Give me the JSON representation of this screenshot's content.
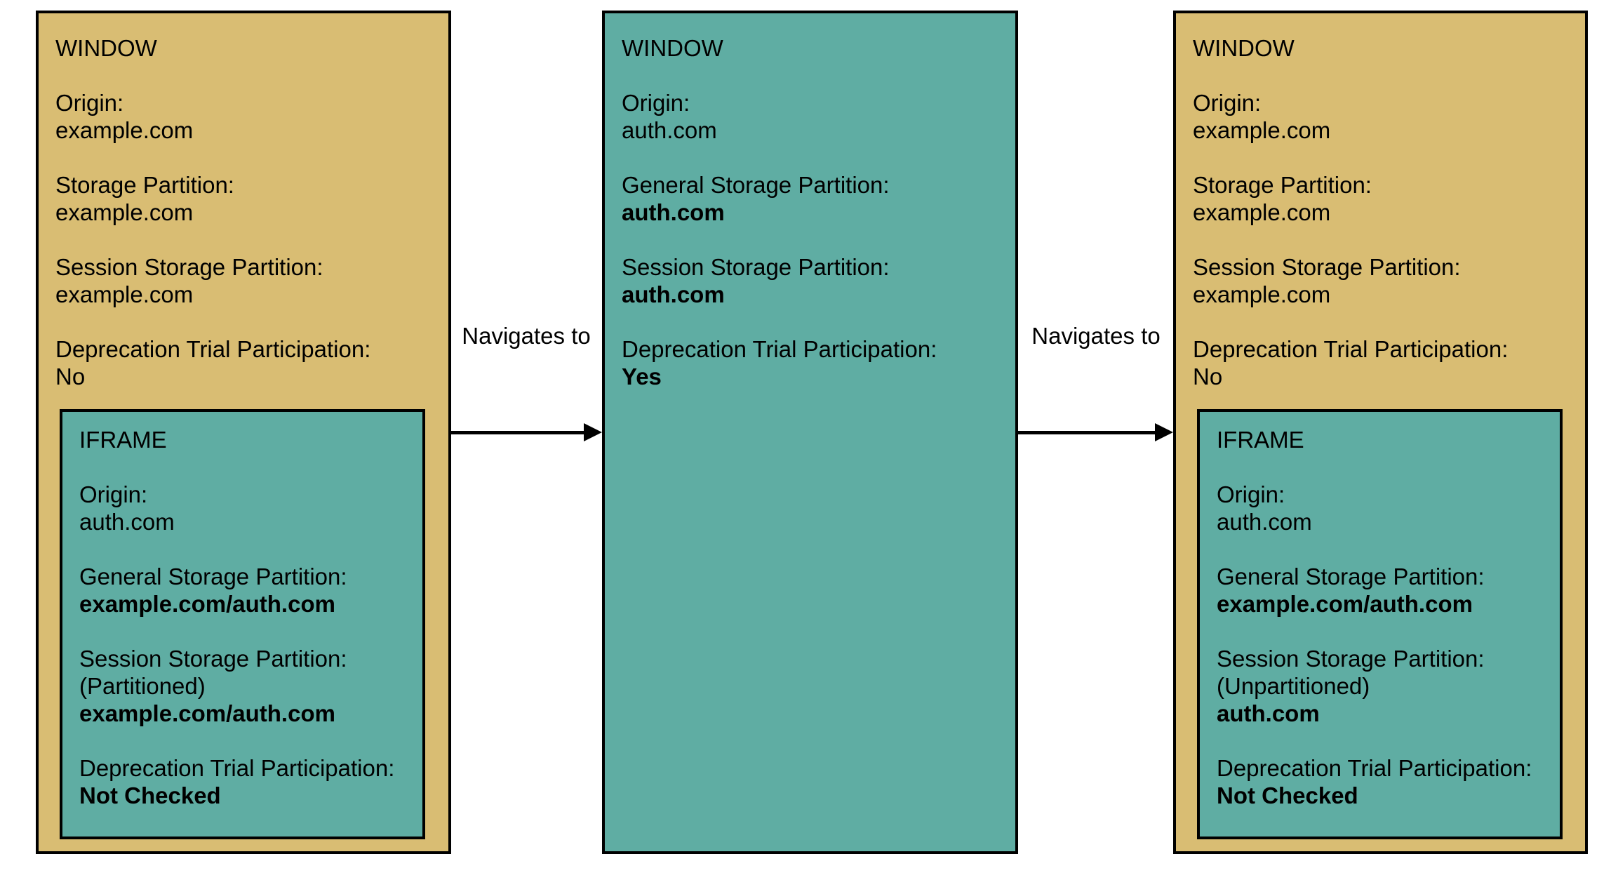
{
  "colors": {
    "window_fill_tan": "#d9bd73",
    "iframe_and_window_fill_teal": "#5fada3",
    "border": "#000000",
    "text": "#000000",
    "background": "#ffffff"
  },
  "arrows": [
    {
      "label": "Navigates to"
    },
    {
      "label": "Navigates to"
    }
  ],
  "boxes": [
    {
      "title": "WINDOW",
      "fill": "tan",
      "fields": [
        {
          "label": "Origin:",
          "value": "example.com",
          "bold": false
        },
        {
          "label": "Storage Partition:",
          "value": "example.com",
          "bold": false
        },
        {
          "label": "Session Storage Partition:",
          "value": "example.com",
          "bold": false
        },
        {
          "label": "Deprecation Trial Participation:",
          "value": "No",
          "bold": false
        }
      ],
      "iframe": {
        "title": "IFRAME",
        "fill": "teal",
        "fields": [
          {
            "label": "Origin:",
            "value": "auth.com",
            "bold": false
          },
          {
            "label": "General Storage Partition:",
            "value": "example.com/auth.com",
            "bold": true
          },
          {
            "label": "Session Storage Partition:",
            "note": "(Partitioned)",
            "value": "example.com/auth.com",
            "bold": true
          },
          {
            "label": "Deprecation Trial Participation:",
            "value": "Not Checked",
            "bold": true
          }
        ]
      }
    },
    {
      "title": "WINDOW",
      "fill": "teal",
      "fields": [
        {
          "label": "Origin:",
          "value": "auth.com",
          "bold": false
        },
        {
          "label": "General Storage Partition:",
          "value": "auth.com",
          "bold": true
        },
        {
          "label": "Session Storage Partition:",
          "value": "auth.com",
          "bold": true
        },
        {
          "label": "Deprecation Trial Participation:",
          "value": "Yes",
          "bold": true
        }
      ]
    },
    {
      "title": "WINDOW",
      "fill": "tan",
      "fields": [
        {
          "label": "Origin:",
          "value": "example.com",
          "bold": false
        },
        {
          "label": "Storage Partition:",
          "value": "example.com",
          "bold": false
        },
        {
          "label": "Session Storage Partition:",
          "value": "example.com",
          "bold": false
        },
        {
          "label": "Deprecation Trial Participation:",
          "value": "No",
          "bold": false
        }
      ],
      "iframe": {
        "title": "IFRAME",
        "fill": "teal",
        "fields": [
          {
            "label": "Origin:",
            "value": "auth.com",
            "bold": false
          },
          {
            "label": "General Storage Partition:",
            "value": "example.com/auth.com",
            "bold": true
          },
          {
            "label": "Session Storage Partition:",
            "note": "(Unpartitioned)",
            "value": "auth.com",
            "bold": true
          },
          {
            "label": "Deprecation Trial Participation:",
            "value": "Not Checked",
            "bold": true
          }
        ]
      }
    }
  ]
}
